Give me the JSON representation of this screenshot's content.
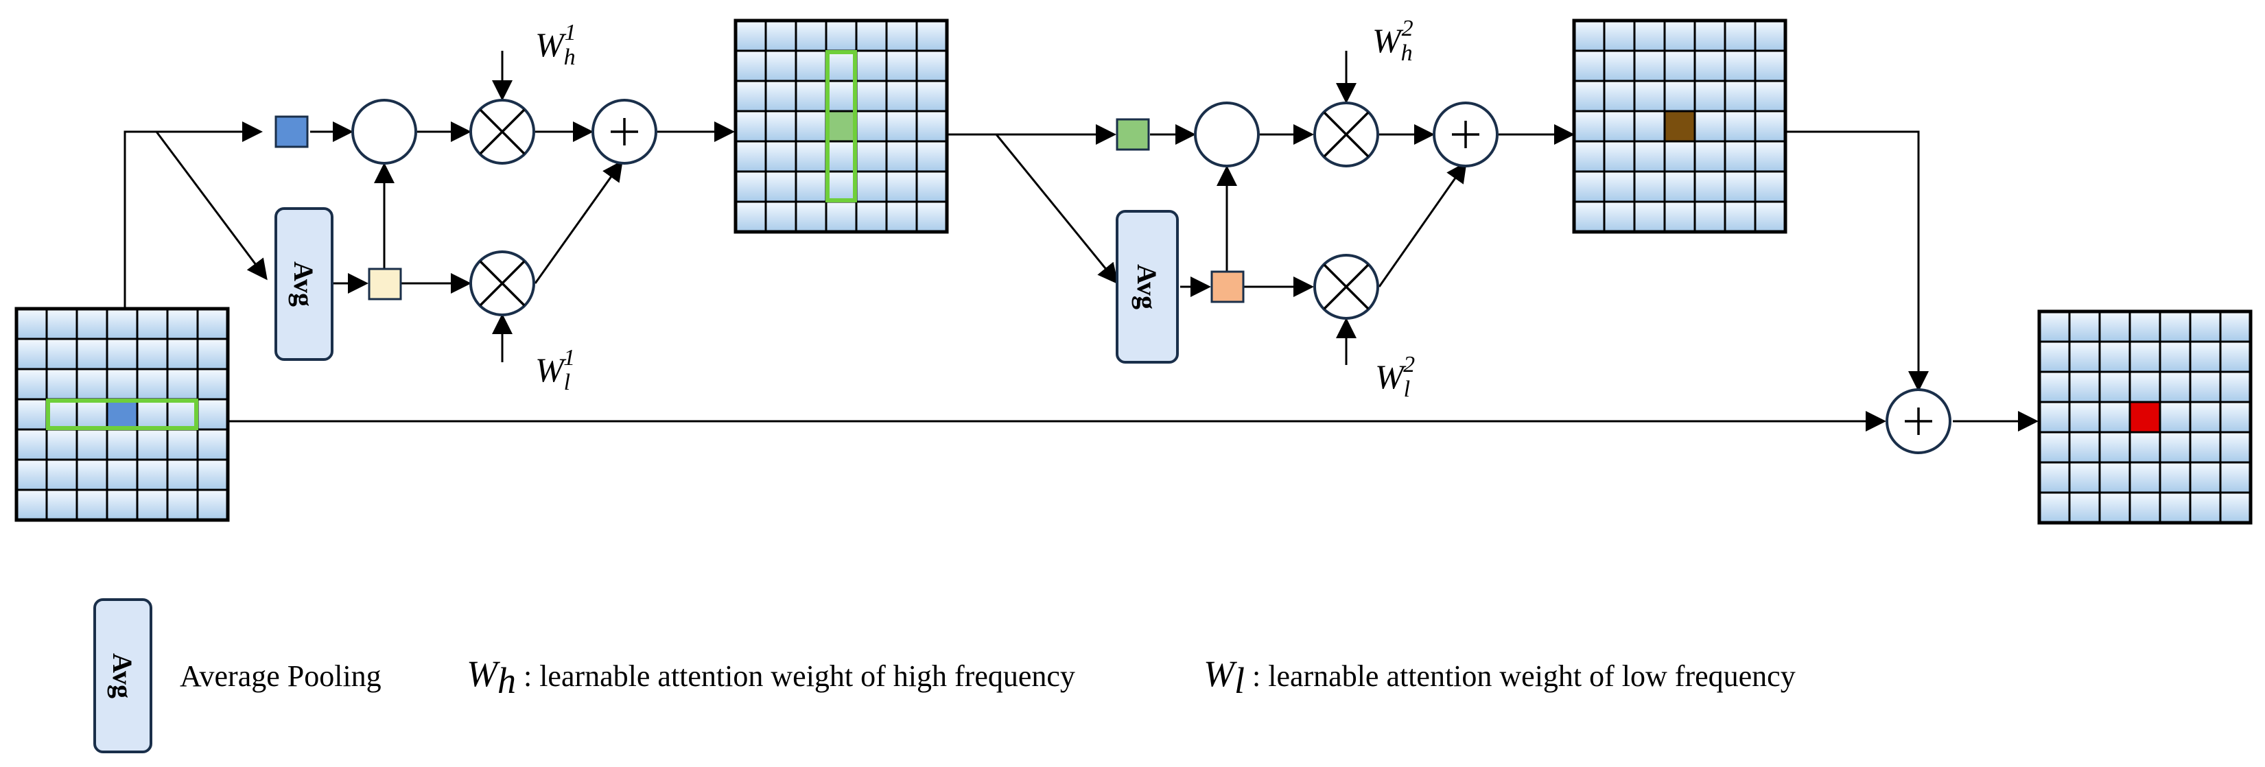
{
  "avg_label": "Avg",
  "weights": {
    "wh1": {
      "base": "W",
      "sub": "h",
      "sup": "1"
    },
    "wl1": {
      "base": "W",
      "sub": "l",
      "sup": "1"
    },
    "wh2": {
      "base": "W",
      "sub": "h",
      "sup": "2"
    },
    "wl2": {
      "base": "W",
      "sub": "l",
      "sup": "2"
    }
  },
  "legend": {
    "avg_box_label": "Avg",
    "avg_desc": "Average Pooling",
    "wh": {
      "base": "W",
      "sub": "h",
      "desc": " : learnable attention weight of high frequency"
    },
    "wl": {
      "base": "W",
      "sub": "l",
      "desc": " : learnable attention weight of low frequency"
    }
  },
  "colors": {
    "cell_light": "#f4f9ff",
    "cell_dark": "#a9cbea",
    "highlight_green": "#6fcf3a",
    "token_blue": "#5b8fd6",
    "token_green": "#8ec97a",
    "token_cream": "#fbf0cc",
    "token_orange": "#f7b587",
    "token_brown": "#7a4f0e",
    "token_red": "#e00000"
  }
}
